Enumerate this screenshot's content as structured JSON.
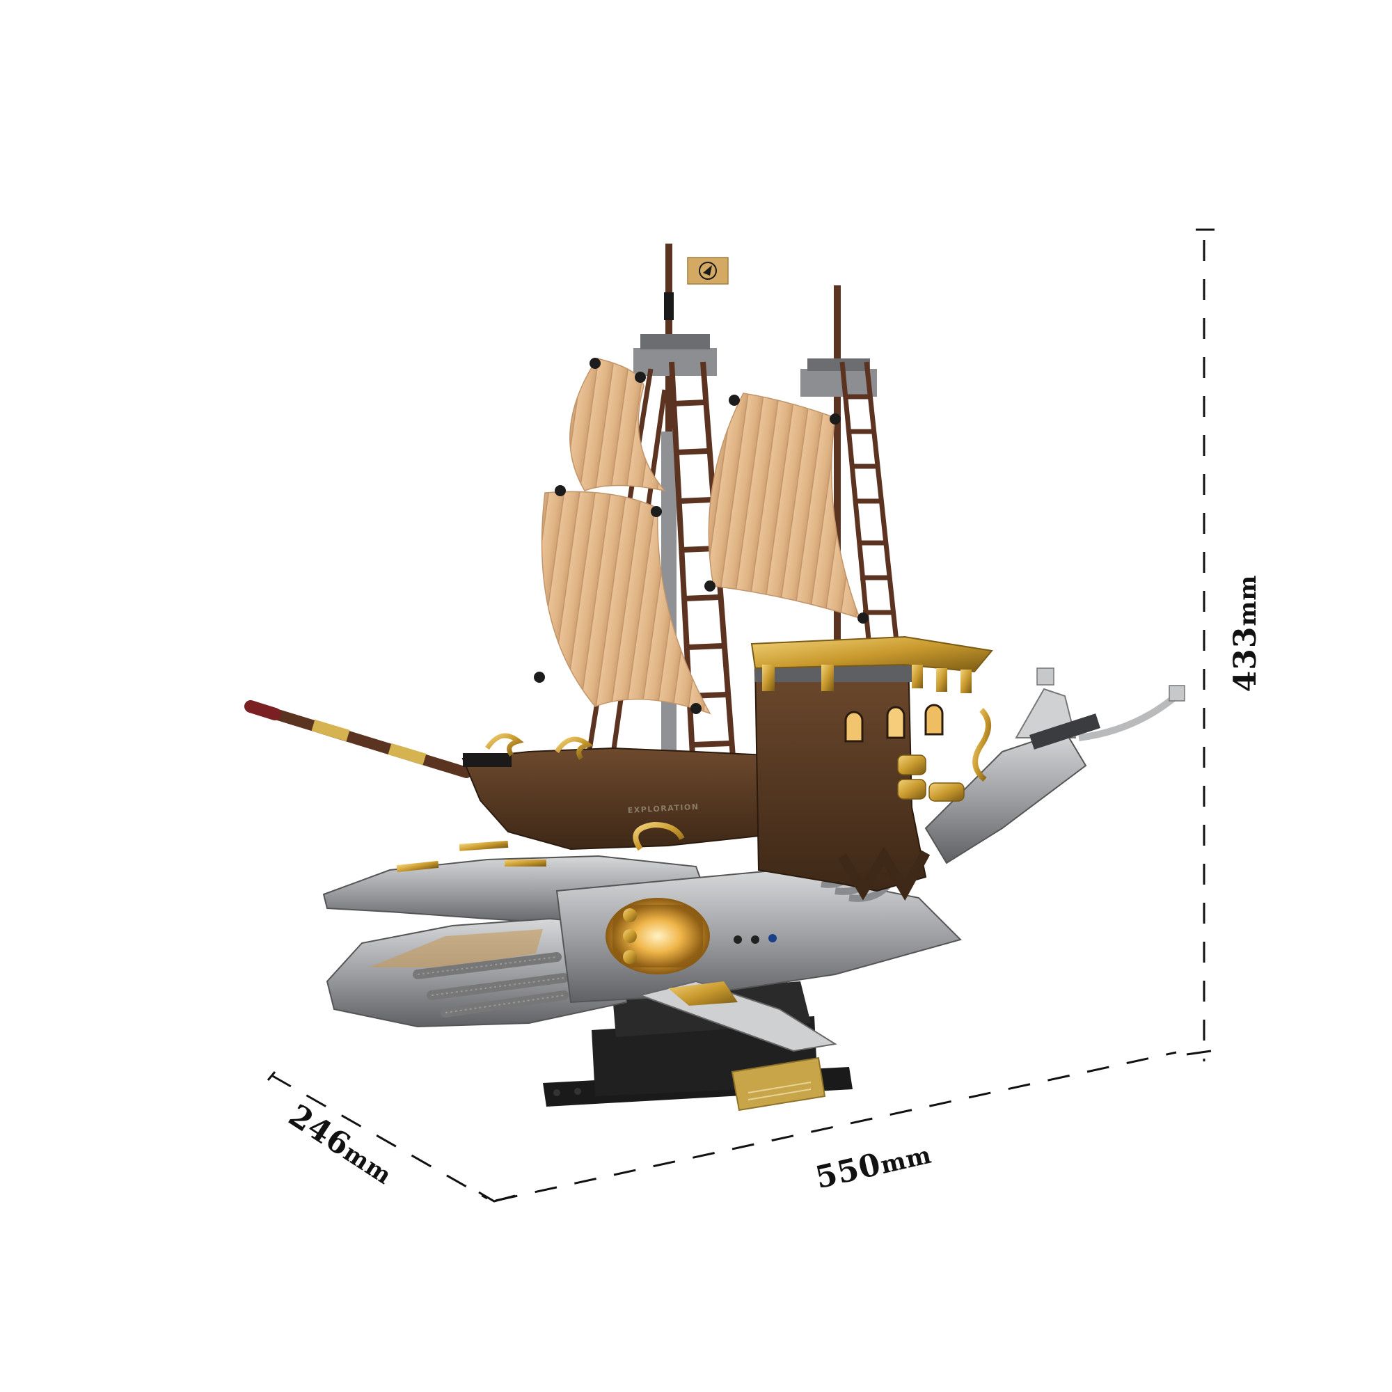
{
  "product": {
    "subject": "brick-built steampunk airship on mechanical whale",
    "hull_marking": "EXPLORATION",
    "flag_icon": "navigation-arrow-icon"
  },
  "dimensions": {
    "height": {
      "value": "433",
      "unit": "mm"
    },
    "width": {
      "value": "550",
      "unit": "mm"
    },
    "depth": {
      "value": "246",
      "unit": "mm"
    }
  },
  "colors": {
    "background": "#ffffff",
    "dimension_line": "#111111",
    "sail": "#e2b88a",
    "sail_stripe": "#c99a6b",
    "hull_brown": "#5a3a22",
    "hull_dark": "#3c2616",
    "ladder": "#5b3320",
    "gold": "#c9a033",
    "silver": "#a9aaad",
    "dark_grey": "#5d5f63",
    "black_base": "#1a1a1a",
    "flag": "#d3a964"
  }
}
